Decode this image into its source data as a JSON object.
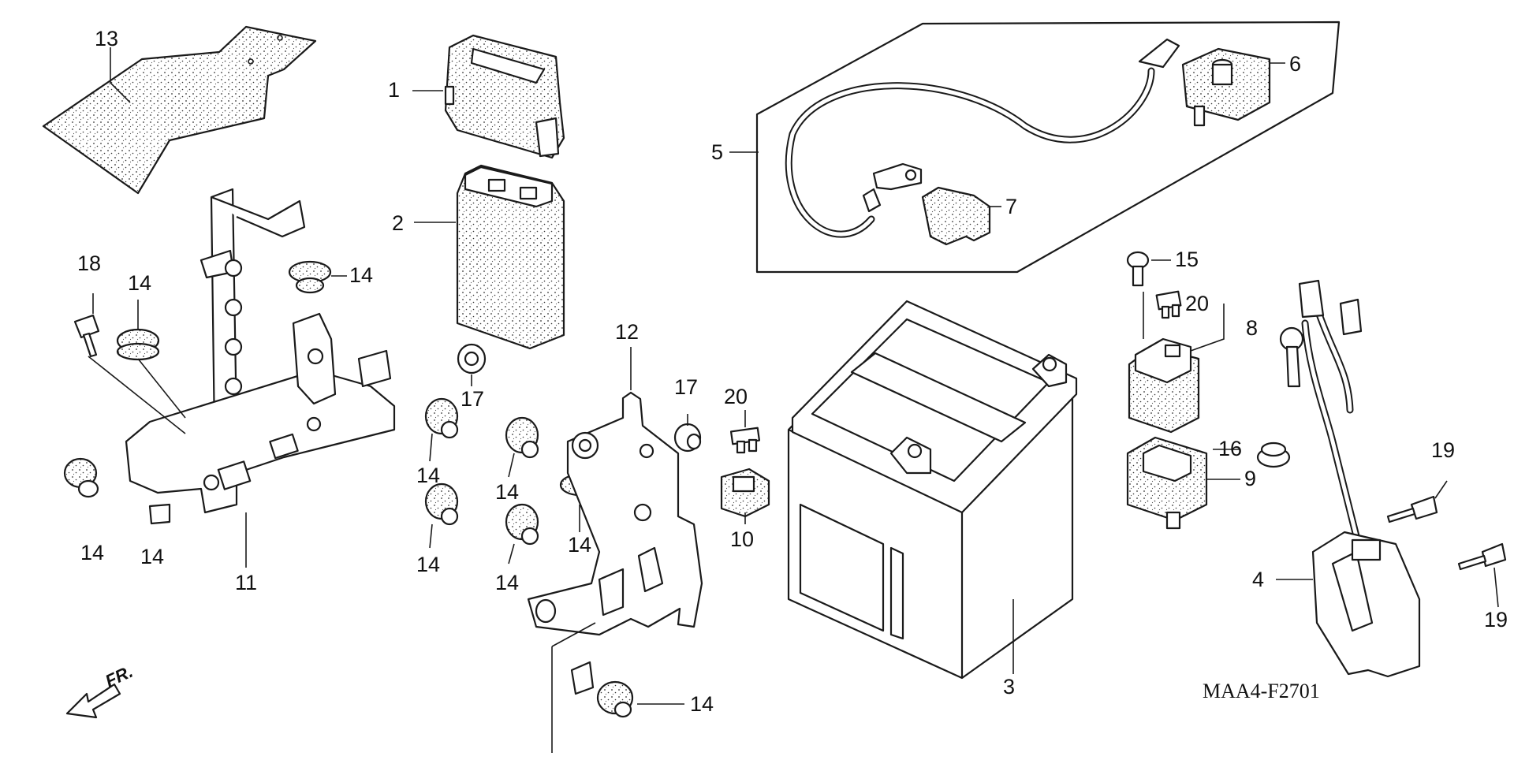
{
  "diagram": {
    "drawing_code": "MAA4-F2701",
    "front_marker": "FR.",
    "callouts": [
      "13",
      "1",
      "2",
      "18",
      "14",
      "14",
      "17",
      "14",
      "14",
      "14",
      "14",
      "14",
      "11",
      "12",
      "17",
      "20",
      "10",
      "14",
      "14",
      "5",
      "6",
      "7",
      "15",
      "20",
      "8",
      "16",
      "9",
      "3",
      "4",
      "19",
      "19",
      "14"
    ]
  }
}
